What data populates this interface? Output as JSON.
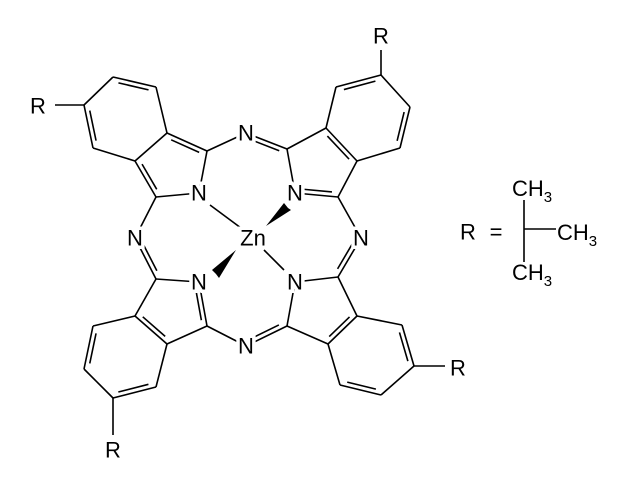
{
  "molecule": {
    "metal": "Zn",
    "nitrogen": "N",
    "substituent": "R"
  },
  "legend": {
    "r_label": "R",
    "equals": "=",
    "methyl_main": "CH",
    "methyl_sub": "3"
  },
  "colors": {
    "ink": "#000000",
    "background": "#ffffff"
  }
}
